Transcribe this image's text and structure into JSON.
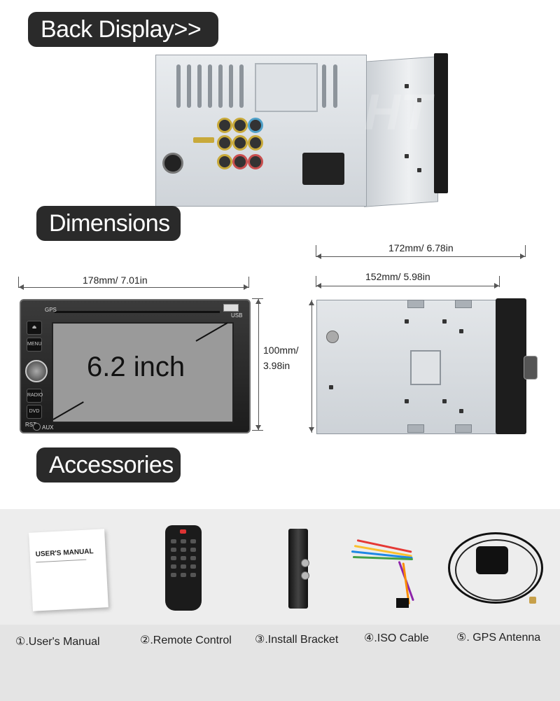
{
  "sections": {
    "back_display": "Back Display>>",
    "dimensions": "Dimensions",
    "accessories": "Accessories"
  },
  "dimensions": {
    "front_width": "178mm/ 7.01in",
    "front_height_mm": "100mm/",
    "front_height_in": "3.98in",
    "side_depth_total": "172mm/ 6.78in",
    "side_depth_body": "152mm/ 5.98in",
    "screen_size": "6.2 inch"
  },
  "front_panel": {
    "gps": "GPS",
    "usb": "USB",
    "menu": "MENU",
    "radio": "RADIO",
    "dvd": "DVD",
    "rst": "RST",
    "aux": "AUX"
  },
  "manual": {
    "title": "USER'S MANUAL"
  },
  "accessories": [
    {
      "label": "①.User's Manual"
    },
    {
      "label": "②.Remote Control"
    },
    {
      "label": "③.Install Bracket"
    },
    {
      "label": "④.ISO Cable"
    },
    {
      "label": "⑤. GPS Antenna"
    }
  ],
  "colors": {
    "label_bg": "#2a2a2a",
    "band_bg": "#ededed",
    "rca_ring": "#c8a93a"
  }
}
